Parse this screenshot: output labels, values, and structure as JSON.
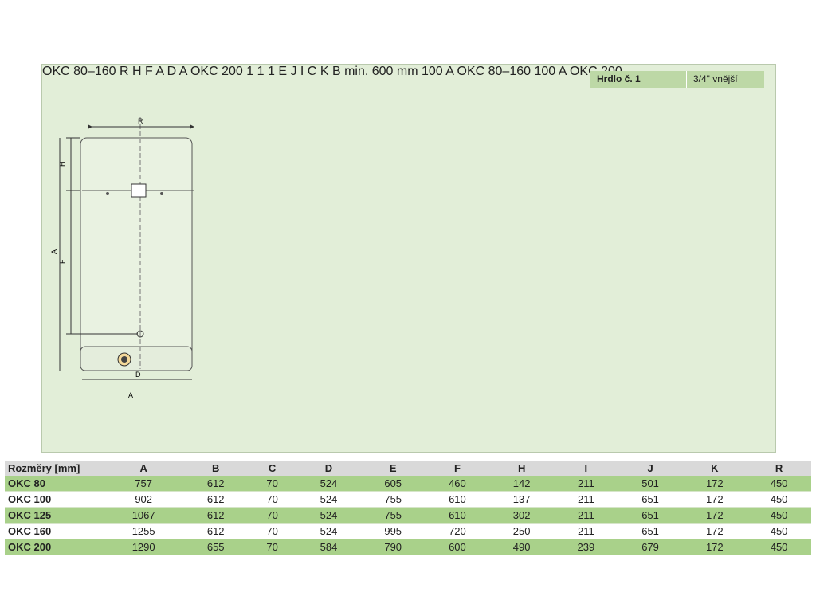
{
  "captions": {
    "okc80_160_front": "OKC 80–160",
    "okc200_front": "OKC 200",
    "okc80_160_top": "OKC 80–160",
    "okc200_top": "OKC 200"
  },
  "connection_table": {
    "label": "Hrdlo č. 1",
    "value": "3/4\" vnější"
  },
  "dim_labels": {
    "R": "R",
    "H": "H",
    "F": "F",
    "A": "A",
    "D": "D",
    "E": "E",
    "J": "J",
    "I": "I",
    "C": "C",
    "K": "K",
    "B": "B",
    "min": "min. 600 mm",
    "dist100": "100",
    "callout": "1"
  },
  "dimension_table": {
    "headers": [
      "Rozměry [mm]",
      "A",
      "B",
      "C",
      "D",
      "E",
      "F",
      "H",
      "I",
      "J",
      "K",
      "R"
    ],
    "rows": [
      [
        "OKC 80",
        "757",
        "612",
        "70",
        "524",
        "605",
        "460",
        "142",
        "211",
        "501",
        "172",
        "450"
      ],
      [
        "OKC 100",
        "902",
        "612",
        "70",
        "524",
        "755",
        "610",
        "137",
        "211",
        "651",
        "172",
        "450"
      ],
      [
        "OKC 125",
        "1067",
        "612",
        "70",
        "524",
        "755",
        "610",
        "302",
        "211",
        "651",
        "172",
        "450"
      ],
      [
        "OKC 160",
        "1255",
        "612",
        "70",
        "524",
        "995",
        "720",
        "250",
        "211",
        "651",
        "172",
        "450"
      ],
      [
        "OKC 200",
        "1290",
        "655",
        "70",
        "584",
        "790",
        "600",
        "490",
        "239",
        "679",
        "172",
        "450"
      ]
    ]
  }
}
